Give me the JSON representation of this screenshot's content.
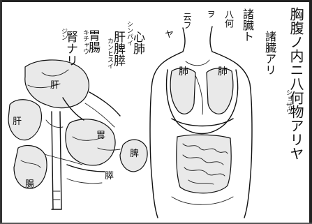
{
  "columns": {
    "c1": "胸腹ノ内ニ八何物アリヤ",
    "c2": "諸臓アリ",
    "c3": "諸臓ト",
    "c4": "八何",
    "c5": "ヲ",
    "c6": "云フ",
    "c7": "ヤ",
    "c8": "心肺",
    "c9": "肝脾膵",
    "c10": "胃腸",
    "c11": "腎ナリ"
  },
  "ruby": {
    "r_shozo": "ショザウ",
    "r_shinpai": "シンパイ",
    "r_kanpisui": "カンヒスイ",
    "r_ichou": "キチャウ",
    "r_jin": "ジン"
  },
  "torso_labels": {
    "lung_left": "肺",
    "lung_right": "肺"
  },
  "organ_labels": {
    "liver_top": "肝",
    "liver_side": "肝",
    "stomach": "胃",
    "spleen": "脾",
    "pancreas": "膵",
    "intestine": "腸"
  }
}
